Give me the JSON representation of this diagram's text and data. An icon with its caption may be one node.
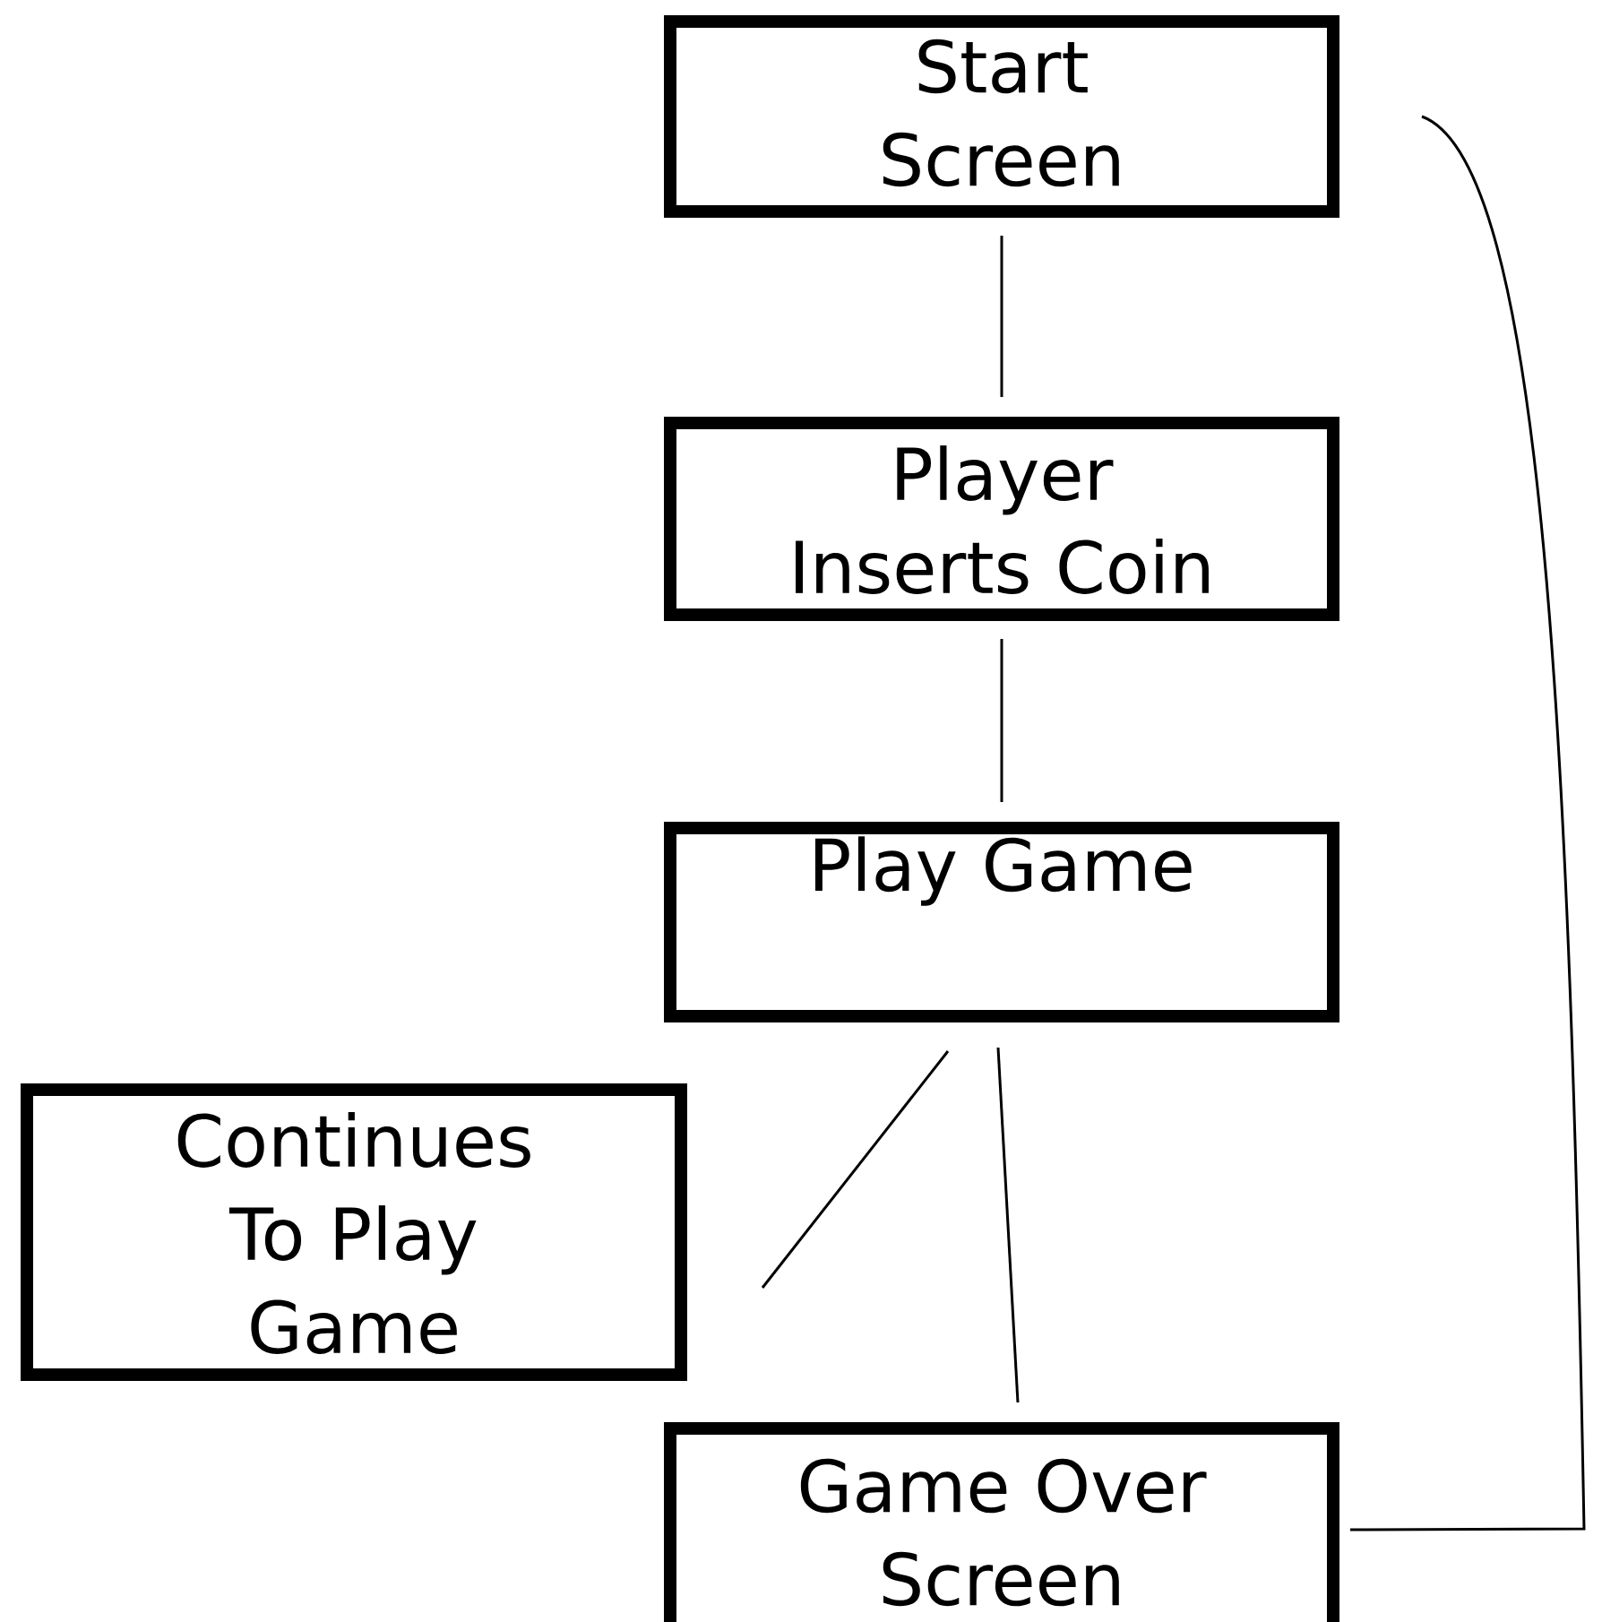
{
  "diagram": {
    "nodes": [
      {
        "text": [
          "Start Screen"
        ]
      },
      {
        "text": [
          "Player Inserts Coin"
        ]
      },
      {
        "text": [
          "Play Game"
        ]
      },
      {
        "text": [
          "Continues To Play Game"
        ]
      },
      {
        "text": [
          "Game Over Screen"
        ]
      }
    ],
    "edges": [
      {
        "from": 0,
        "to": 1,
        "arrow": "none"
      },
      {
        "from": 1,
        "to": 2,
        "arrow": "none"
      },
      {
        "from": 2,
        "to": 3,
        "arrow": "none"
      },
      {
        "from": 2,
        "to": 4,
        "arrow": "none"
      },
      {
        "from": 4,
        "to": 0,
        "arrow": "none"
      }
    ]
  }
}
